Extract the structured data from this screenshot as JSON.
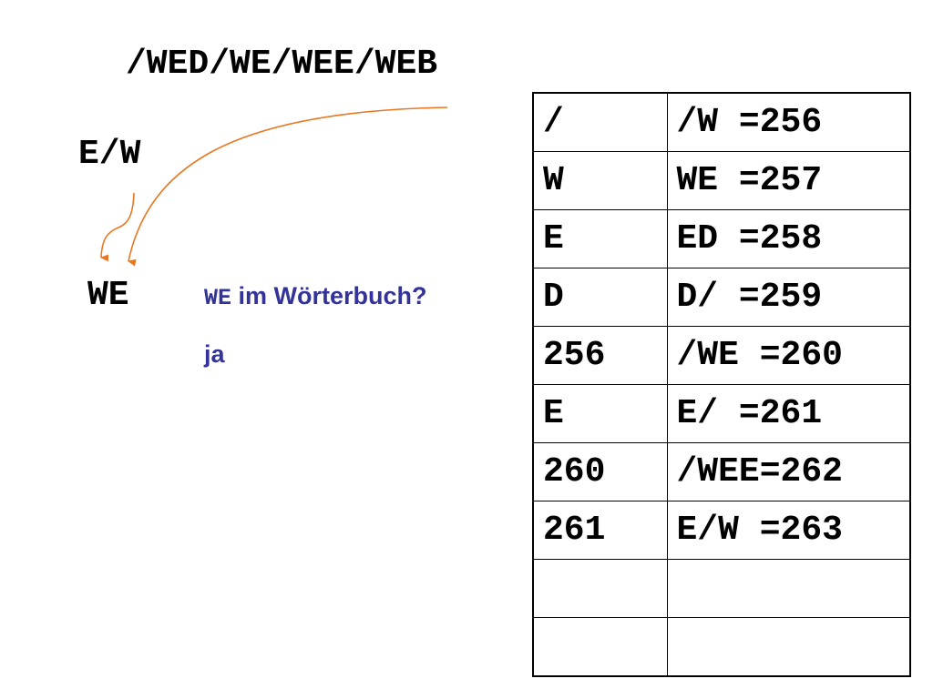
{
  "slide": {
    "input_string": "/WED/WE/WEE/WEB",
    "current_prefix": "E/W",
    "current_word": "WE",
    "question": {
      "word": "WE",
      "text": " im Wörterbuch?"
    },
    "answer": "ja",
    "arrow_color": "#e87722",
    "text_accent_color": "#333399"
  },
  "dictionary": {
    "rows": [
      {
        "code": "/",
        "entry": "/W =256"
      },
      {
        "code": "W",
        "entry": "WE =257"
      },
      {
        "code": "E",
        "entry": "ED =258"
      },
      {
        "code": "D",
        "entry": "D/ =259"
      },
      {
        "code": "256",
        "entry": "/WE =260"
      },
      {
        "code": "E",
        "entry": "E/ =261"
      },
      {
        "code": "260",
        "entry": "/WEE=262"
      },
      {
        "code": "261",
        "entry": "E/W =263"
      },
      {
        "code": "",
        "entry": ""
      },
      {
        "code": "",
        "entry": ""
      }
    ]
  }
}
